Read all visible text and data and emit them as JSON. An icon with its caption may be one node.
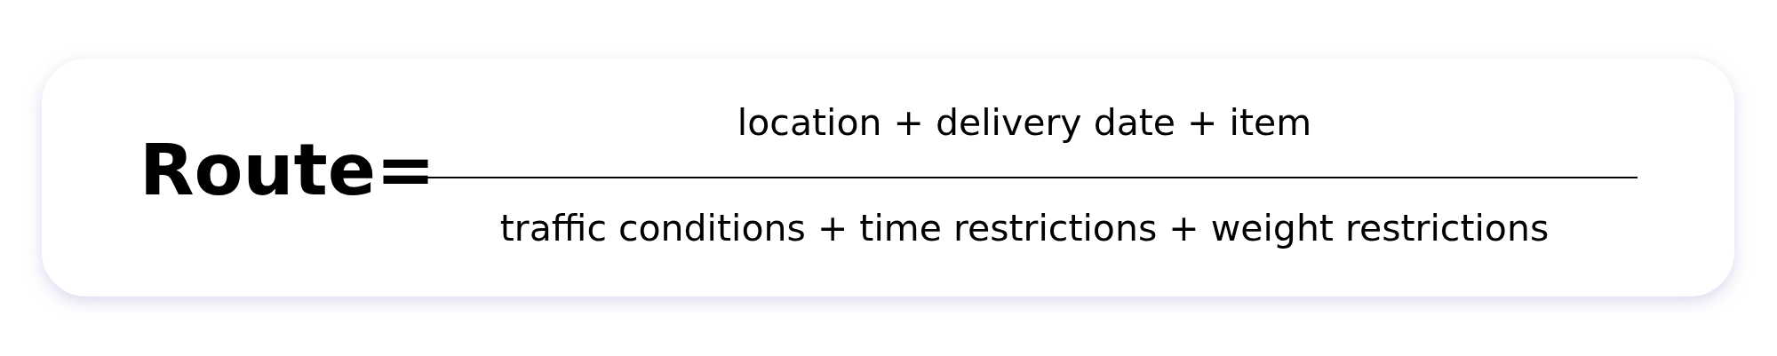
{
  "diagram": {
    "nodes": [
      {
        "text": [
          "Route=",
          "location + delivery date + item",
          "traffic conditions + time restrictions + weight restrictions"
        ]
      }
    ]
  }
}
